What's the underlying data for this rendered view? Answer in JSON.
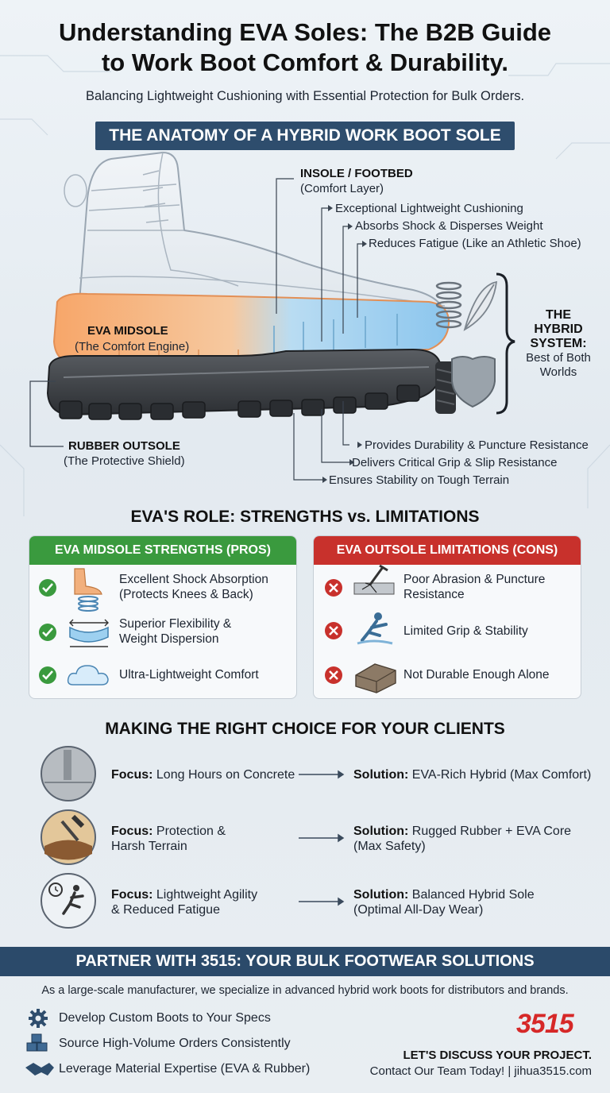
{
  "header": {
    "title_line1": "Understanding EVA Soles: The B2B Guide",
    "title_line2": "to Work Boot Comfort & Durability.",
    "subtitle": "Balancing Lightweight Cushioning with Essential Protection for Bulk Orders."
  },
  "anatomy": {
    "banner": "THE ANATOMY OF A HYBRID WORK BOOT SOLE",
    "insole_title": "INSOLE / FOOTBED",
    "insole_sub": "(Comfort Layer)",
    "insole_points": [
      "Exceptional Lightweight Cushioning",
      "Absorbs Shock & Disperses Weight",
      "Reduces Fatigue (Like an Athletic Shoe)"
    ],
    "midsole_title": "EVA MIDSOLE",
    "midsole_sub": "(The Comfort Engine)",
    "outsole_title": "RUBBER OUTSOLE",
    "outsole_sub": "(The Protective Shield)",
    "outsole_points": [
      "Provides Durability & Puncture Resistance",
      "Delivers Critical Grip & Slip Resistance",
      "Ensures Stability on Tough Terrain"
    ],
    "hybrid_title_1": "THE",
    "hybrid_title_2": "HYBRID",
    "hybrid_title_3": "SYSTEM:",
    "hybrid_sub_1": "Best of Both",
    "hybrid_sub_2": "Worlds"
  },
  "role": {
    "heading": "EVA'S ROLE: STRENGTHS vs. LIMITATIONS",
    "pros_title": "EVA MIDSOLE STRENGTHS (PROS)",
    "pros": [
      {
        "l1": "Excellent Shock Absorption",
        "l2": "(Protects Knees & Back)",
        "icon": "foot-spring-icon"
      },
      {
        "l1": "Superior Flexibility &",
        "l2": "Weight Dispersion",
        "icon": "flex-sole-icon"
      },
      {
        "l1": "Ultra-Lightweight Comfort",
        "l2": "",
        "icon": "cloud-icon"
      }
    ],
    "cons_title": "EVA OUTSOLE LIMITATIONS (CONS)",
    "cons": [
      {
        "l1": "Poor Abrasion & Puncture",
        "l2": "Resistance",
        "icon": "nail-puncture-icon"
      },
      {
        "l1": "Limited Grip & Stability",
        "l2": "",
        "icon": "slip-icon"
      },
      {
        "l1": "Not Durable Enough Alone",
        "l2": "",
        "icon": "worn-block-icon"
      }
    ],
    "colors": {
      "pros": "#3a9a3e",
      "cons": "#c8312c"
    }
  },
  "choice": {
    "heading": "MAKING THE RIGHT CHOICE FOR YOUR CLIENTS",
    "focus_label": "Focus:",
    "solution_label": "Solution:",
    "rows": [
      {
        "focus1": "Long Hours on Concrete",
        "focus2": "",
        "sol1": "EVA-Rich Hybrid (Max Comfort)",
        "sol2": ""
      },
      {
        "focus1": "Protection &",
        "focus2": "Harsh Terrain",
        "sol1": "Rugged Rubber + EVA Core",
        "sol2": "(Max Safety)"
      },
      {
        "focus1": "Lightweight Agility",
        "focus2": "& Reduced Fatigue",
        "sol1": "Balanced Hybrid Sole",
        "sol2": "(Optimal All-Day Wear)"
      }
    ]
  },
  "footer": {
    "banner": "PARTNER WITH 3515: YOUR BULK FOOTWEAR SOLUTIONS",
    "intro": "As a large-scale manufacturer, we specialize in advanced hybrid work boots for distributors and brands.",
    "bullets": [
      "Develop Custom Boots to Your Specs",
      "Source High-Volume Orders Consistently",
      "Leverage Material Expertise (EVA & Rubber)"
    ],
    "logo": "3515",
    "cta": "LET'S DISCUSS YOUR PROJECT.",
    "contact": "Contact Our Team Today! | jihua3515.com",
    "brand_color": "#d62828"
  }
}
